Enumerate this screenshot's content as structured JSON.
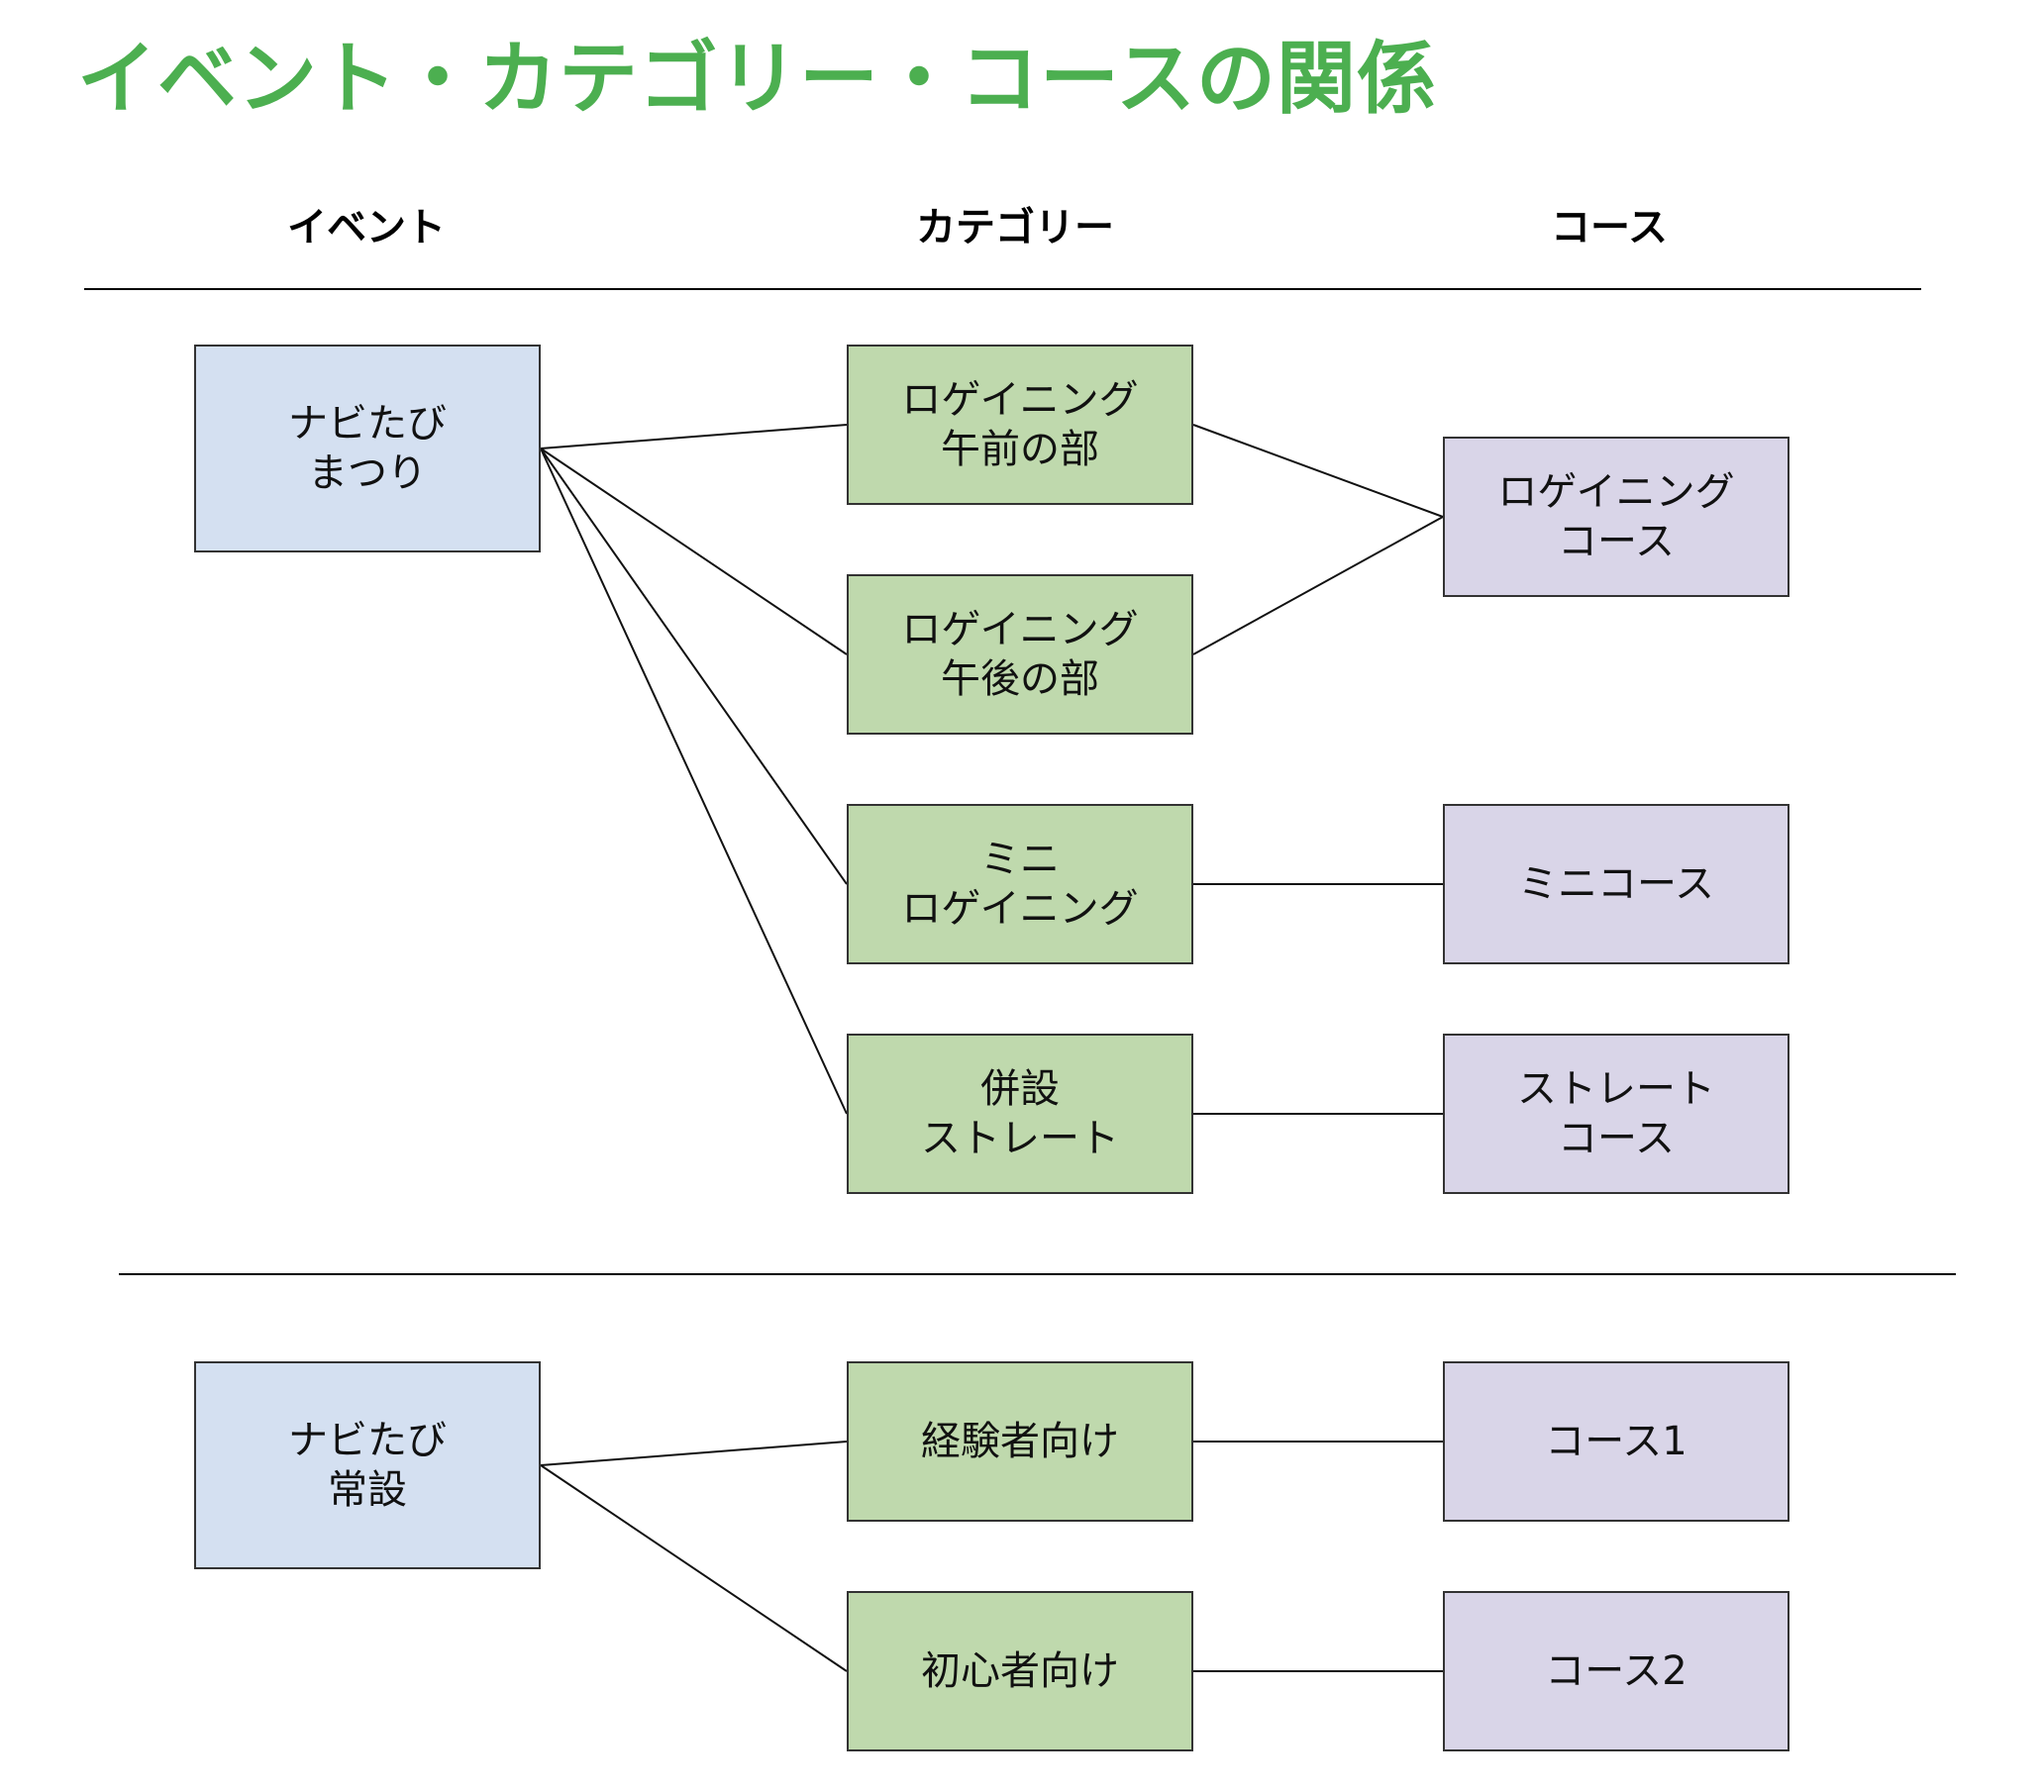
{
  "title": "イベント・カテゴリー・コースの関係",
  "headers": {
    "event": "イベント",
    "category": "カテゴリー",
    "course": "コース"
  },
  "events": [
    {
      "id": "e1",
      "label": "ナビたび\nまつり"
    },
    {
      "id": "e2",
      "label": "ナビたび\n常設"
    }
  ],
  "categories": [
    {
      "id": "c1",
      "label": "ロゲイニング\n午前の部"
    },
    {
      "id": "c2",
      "label": "ロゲイニング\n午後の部"
    },
    {
      "id": "c3",
      "label": "ミニ\nロゲイニング"
    },
    {
      "id": "c4",
      "label": "併設\nストレート"
    },
    {
      "id": "c5",
      "label": "経験者向け"
    },
    {
      "id": "c6",
      "label": "初心者向け"
    }
  ],
  "courses": [
    {
      "id": "r1",
      "label": "ロゲイニング\nコース"
    },
    {
      "id": "r2",
      "label": "ミニコース"
    },
    {
      "id": "r3",
      "label": "ストレート\nコース"
    },
    {
      "id": "r4",
      "label": "コース1"
    },
    {
      "id": "r5",
      "label": "コース2"
    }
  ],
  "links": [
    [
      "e1",
      "c1"
    ],
    [
      "e1",
      "c2"
    ],
    [
      "e1",
      "c3"
    ],
    [
      "e1",
      "c4"
    ],
    [
      "c1",
      "r1"
    ],
    [
      "c2",
      "r1"
    ],
    [
      "c3",
      "r2"
    ],
    [
      "c4",
      "r3"
    ],
    [
      "e2",
      "c5"
    ],
    [
      "e2",
      "c6"
    ],
    [
      "c5",
      "r4"
    ],
    [
      "c6",
      "r5"
    ]
  ]
}
